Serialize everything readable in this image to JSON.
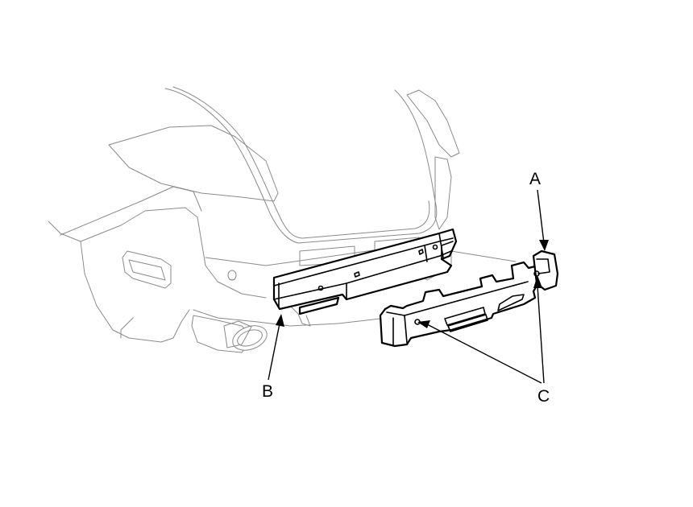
{
  "callouts": {
    "a": "A",
    "b": "B",
    "c": "C"
  },
  "colors": {
    "vehicle_outline": "#8a8a8a",
    "part_outline": "#000000",
    "background": "#ffffff"
  }
}
